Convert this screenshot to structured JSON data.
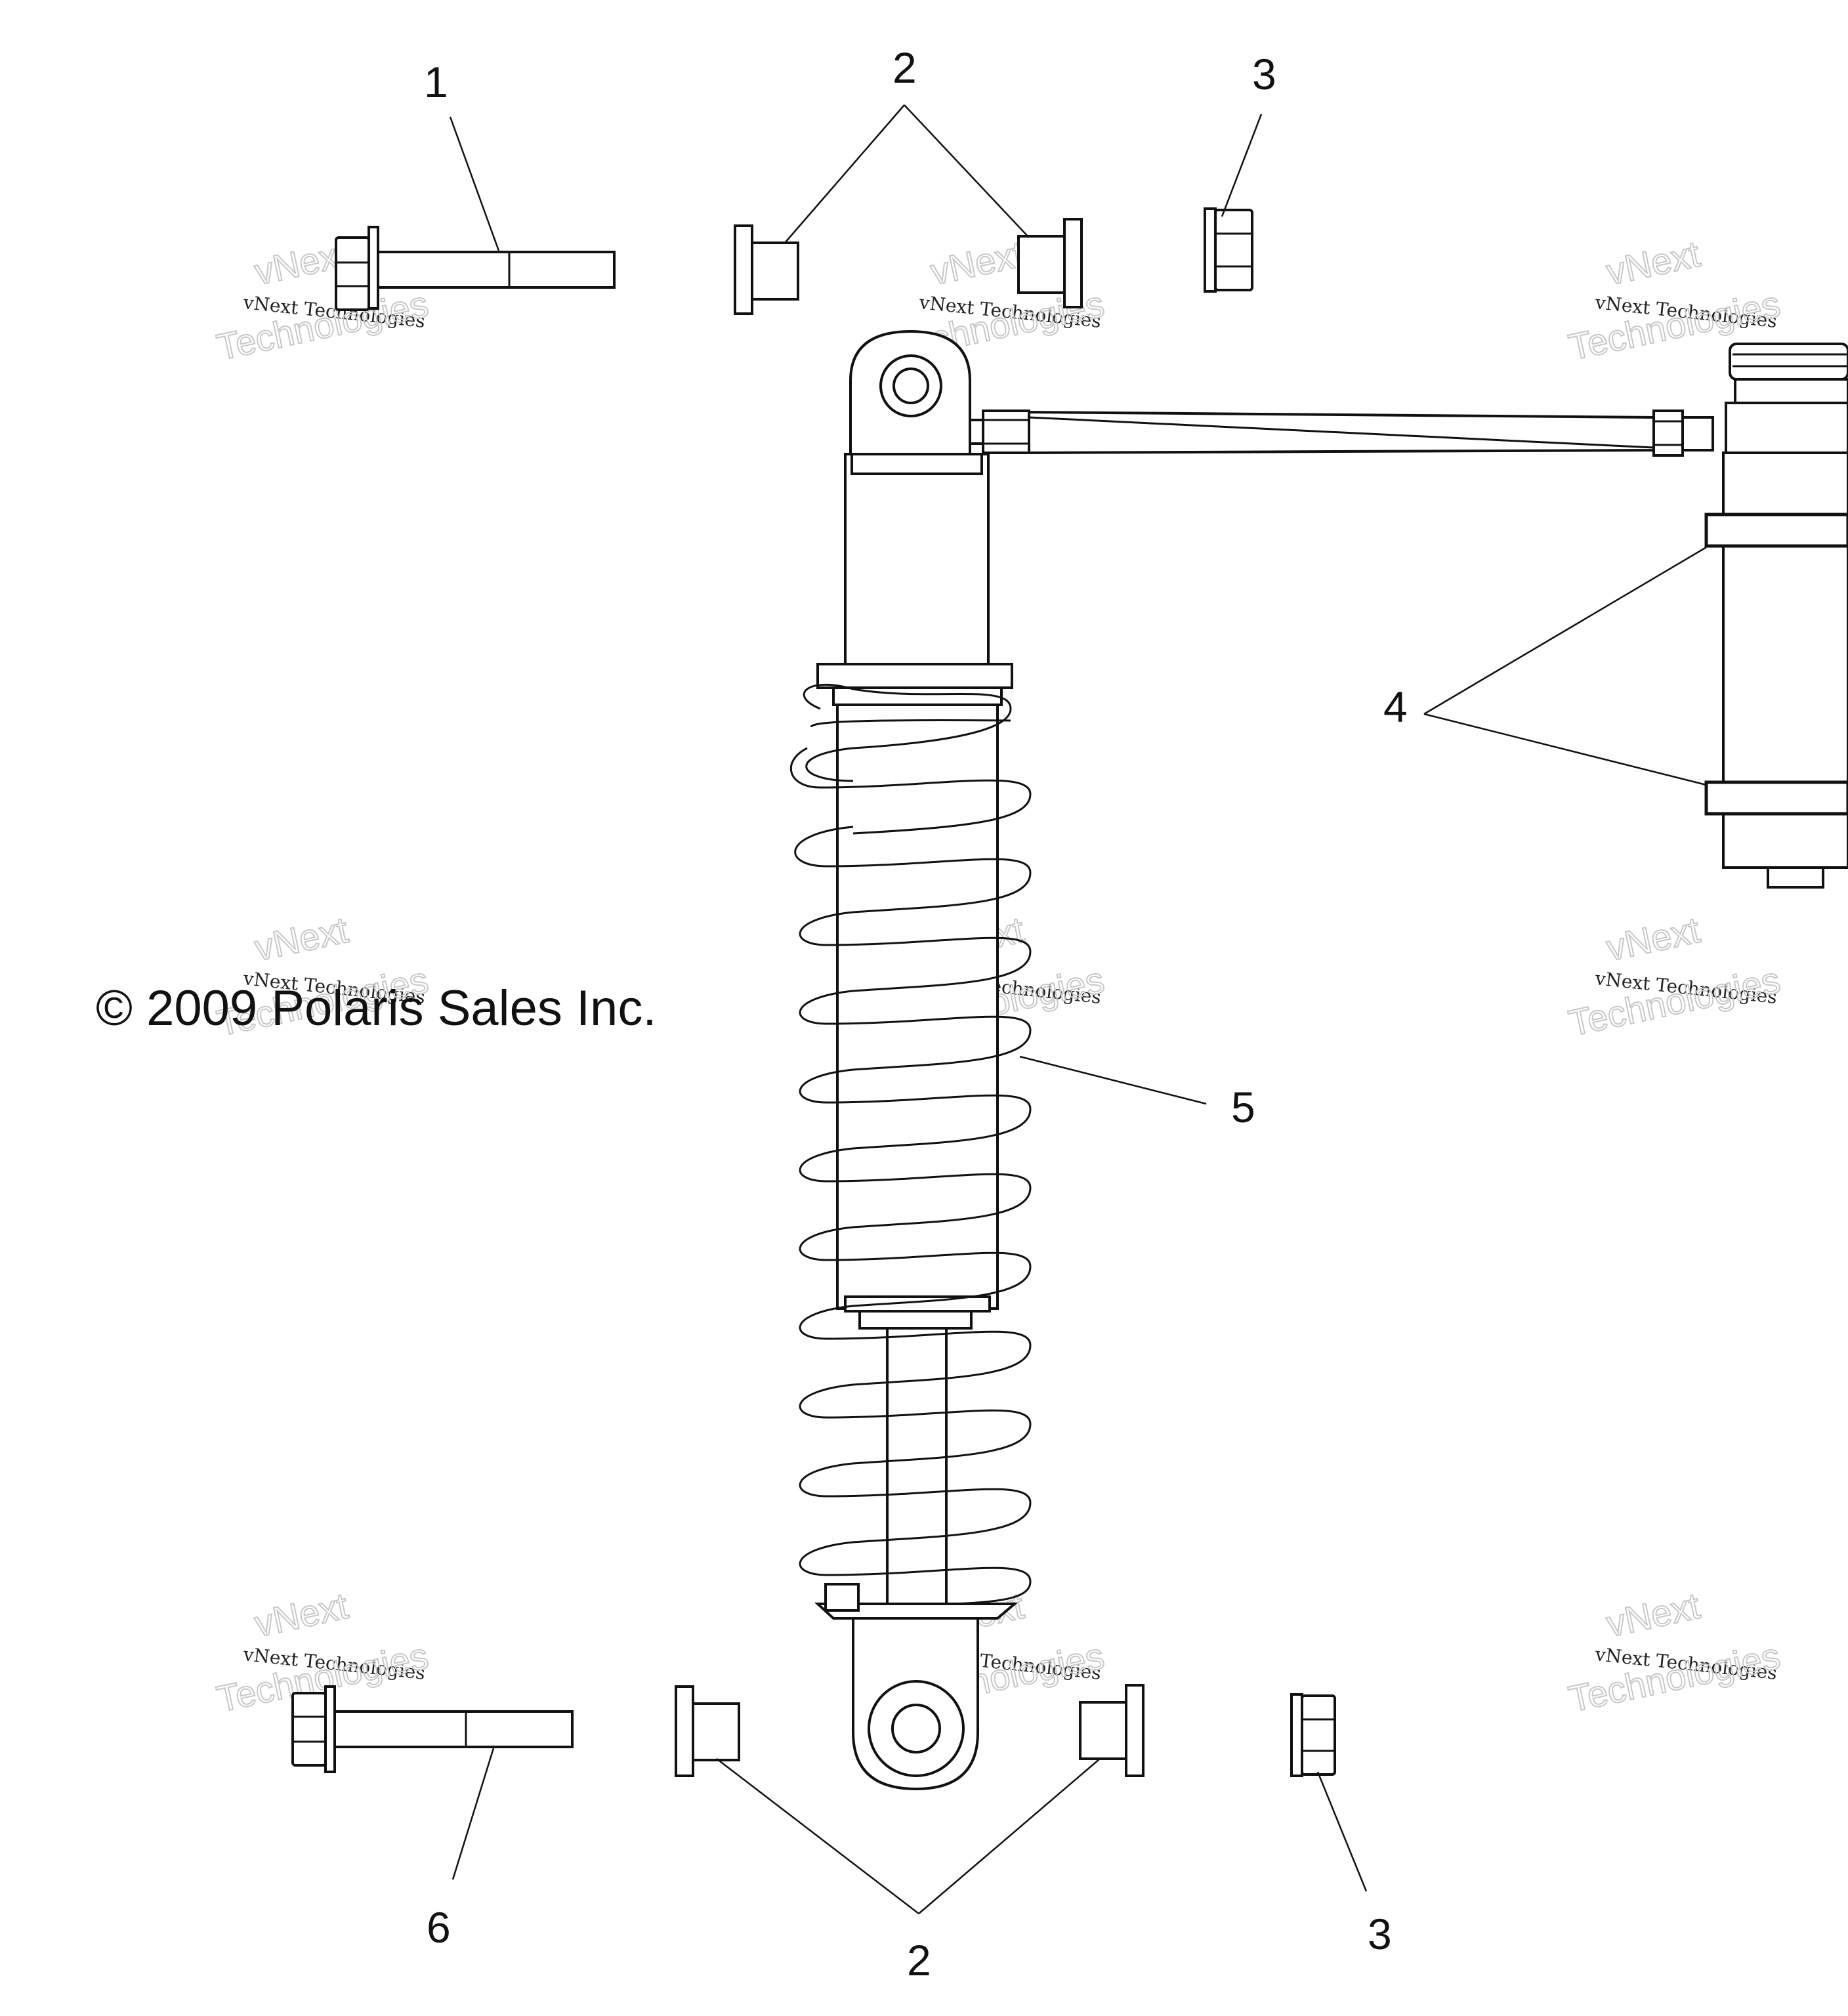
{
  "callouts": {
    "c1": "1",
    "c2_top": "2",
    "c3_top": "3",
    "c4": "4",
    "c5": "5",
    "c6": "6",
    "c2_bottom": "2",
    "c3_bottom": "3"
  },
  "copyright": "© 2009 Polaris Sales Inc.",
  "watermark": {
    "line1": "vNext Technologies",
    "line2": "vNext",
    "line3": "Technologies"
  }
}
